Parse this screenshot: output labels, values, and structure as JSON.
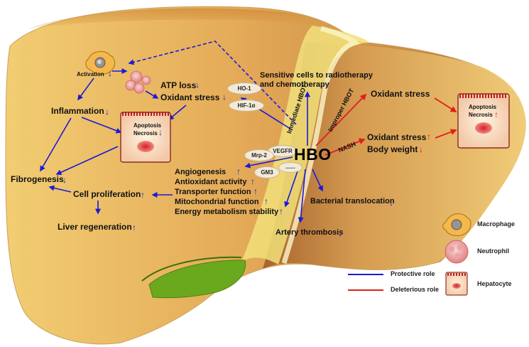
{
  "colors": {
    "protective": "#1a1ad6",
    "deleterious": "#e0201b",
    "liver_light": "#f0c468",
    "liver_dark": "#b36a2e",
    "gallbladder": "#6aa81e"
  },
  "center": {
    "label": "HBO"
  },
  "top_center": {
    "label": "Sensitive cells to radiotherapy\nand chemotherapy"
  },
  "rotated": {
    "immediate": "Immediate HBOT",
    "improper": "Improper HBOT",
    "nash": "NASH"
  },
  "ovals": {
    "ho1": "HO-1",
    "hif1a": "HIF-1α",
    "vegfr": "VEGFR",
    "mrp2": "Mrp-2",
    "gm3": "GM3",
    "more": "......"
  },
  "left": {
    "activation": "Activation",
    "atp_loss": "ATP loss",
    "oxidant_stress": "Oxidant stress",
    "inflammation": "Inflammation",
    "fibrogenesis": "Fibrogenesis",
    "cell_proliferation": "Cell proliferation",
    "liver_regeneration": "Liver regeneration",
    "cell_apoptosis": "Apoptosis",
    "cell_necrosis": "Necrosis"
  },
  "middle_list": [
    "Angiogenesis",
    "Antioxidant activity",
    "Transporter function",
    "Mitochondrial function",
    "Energy metabolism stability"
  ],
  "right": {
    "oxidant_stress_top": "Oxidant stress",
    "oxidant_stress": "Oxidant stress",
    "body_weight": "Body weight",
    "bacterial_translocation": "Bacterial translocation",
    "artery_thrombosis": "Artery thrombosis",
    "cell_apoptosis": "Apoptosis",
    "cell_necrosis": "Necrosis"
  },
  "legend": {
    "macrophage": "Macrophage",
    "neutrophil": "Neutrophil",
    "hepatocyte": "Hepatocyte",
    "protective": "Protective role",
    "deleterious": "Deleterious role"
  },
  "glyphs": {
    "up": "↑",
    "down": "↓"
  }
}
